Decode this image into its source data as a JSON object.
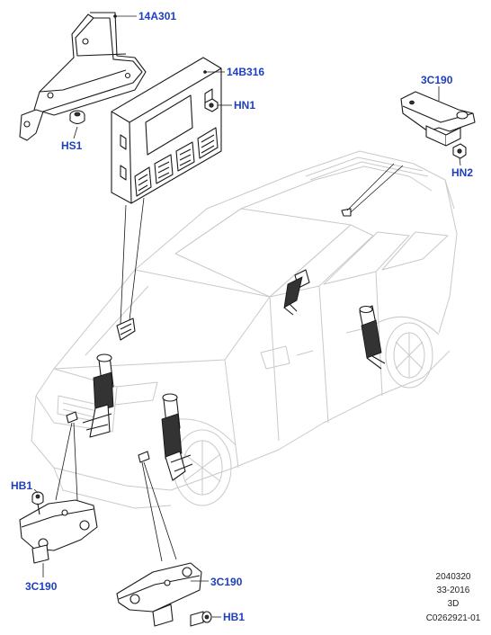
{
  "callouts": {
    "bracket_14a301": "14A301",
    "module_14b316": "14B316",
    "nut_hn1": "HN1",
    "screw_hs1": "HS1",
    "sensor_3c190_rear": "3C190",
    "nut_hn2": "HN2",
    "bolt_hb1_left": "HB1",
    "sensor_3c190_left": "3C190",
    "sensor_3c190_center": "3C190",
    "bolt_hb1_center": "HB1"
  },
  "reference": {
    "line1": "2040320",
    "line2": "33-2016",
    "line3": "3D",
    "line4": "C0262921-01"
  },
  "colors": {
    "callout_text": "#1f3fbf",
    "line_art": "#1a1a1a",
    "vehicle_outline": "#c9c9c9"
  }
}
